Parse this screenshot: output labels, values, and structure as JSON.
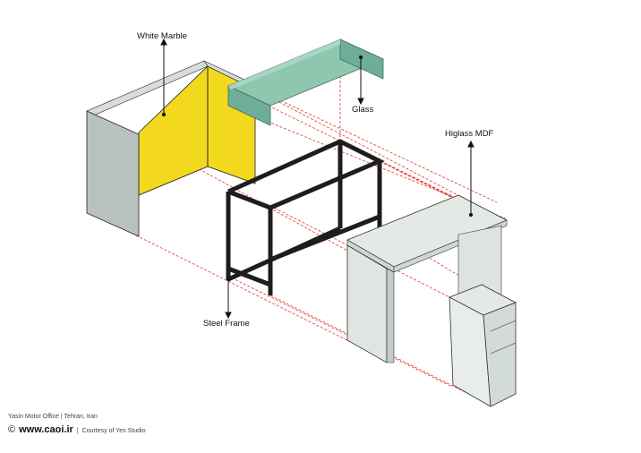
{
  "labels": {
    "white_marble": "White Marble",
    "glass": "Glass",
    "highglass_mdf": "Higlass MDF",
    "steel_frame": "Steel Frame"
  },
  "footer": {
    "project": "Yasin Motor Office",
    "separator": "|",
    "location": "Tehran, Iran",
    "copyright_symbol": "©",
    "website": "www.caoi.ir",
    "credit": "Courtesy of Yes Studio"
  },
  "colors": {
    "marble_panel": "#f2d91e",
    "side_panel": "#b9c1c0",
    "glass": "#8fc6b0",
    "glass_dark": "#6fae96",
    "mdf_top": "#e4e9e6",
    "mdf_side": "#d3dbd8",
    "steel": "#1d1d1d",
    "guide_lines": "#e0342e"
  }
}
